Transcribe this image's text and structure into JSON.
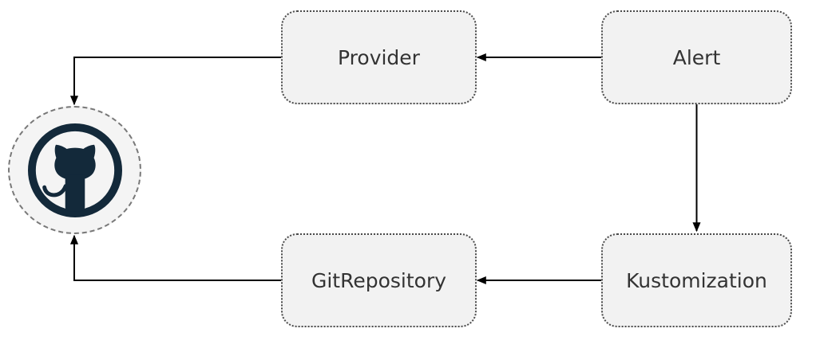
{
  "nodes": {
    "provider": {
      "label": "Provider"
    },
    "alert": {
      "label": "Alert"
    },
    "gitrepository": {
      "label": "GitRepository"
    },
    "kustomization": {
      "label": "Kustomization"
    },
    "github": {
      "icon": "github-octocat-icon"
    }
  },
  "edges": [
    {
      "from": "Alert",
      "to": "Provider"
    },
    {
      "from": "Alert",
      "to": "Kustomization"
    },
    {
      "from": "Kustomization",
      "to": "GitRepository"
    },
    {
      "from": "Provider",
      "to": "GitHub"
    },
    {
      "from": "GitRepository",
      "to": "GitHub"
    }
  ],
  "colors": {
    "background": "#ffffff",
    "node_fill": "#f2f2f2",
    "node_border": "#4a4a4a",
    "node_text": "#333333",
    "edge": "#000000",
    "github_circle_fill": "#f4f4f4",
    "github_circle_border": "#787878",
    "github_icon": "#13293a"
  }
}
